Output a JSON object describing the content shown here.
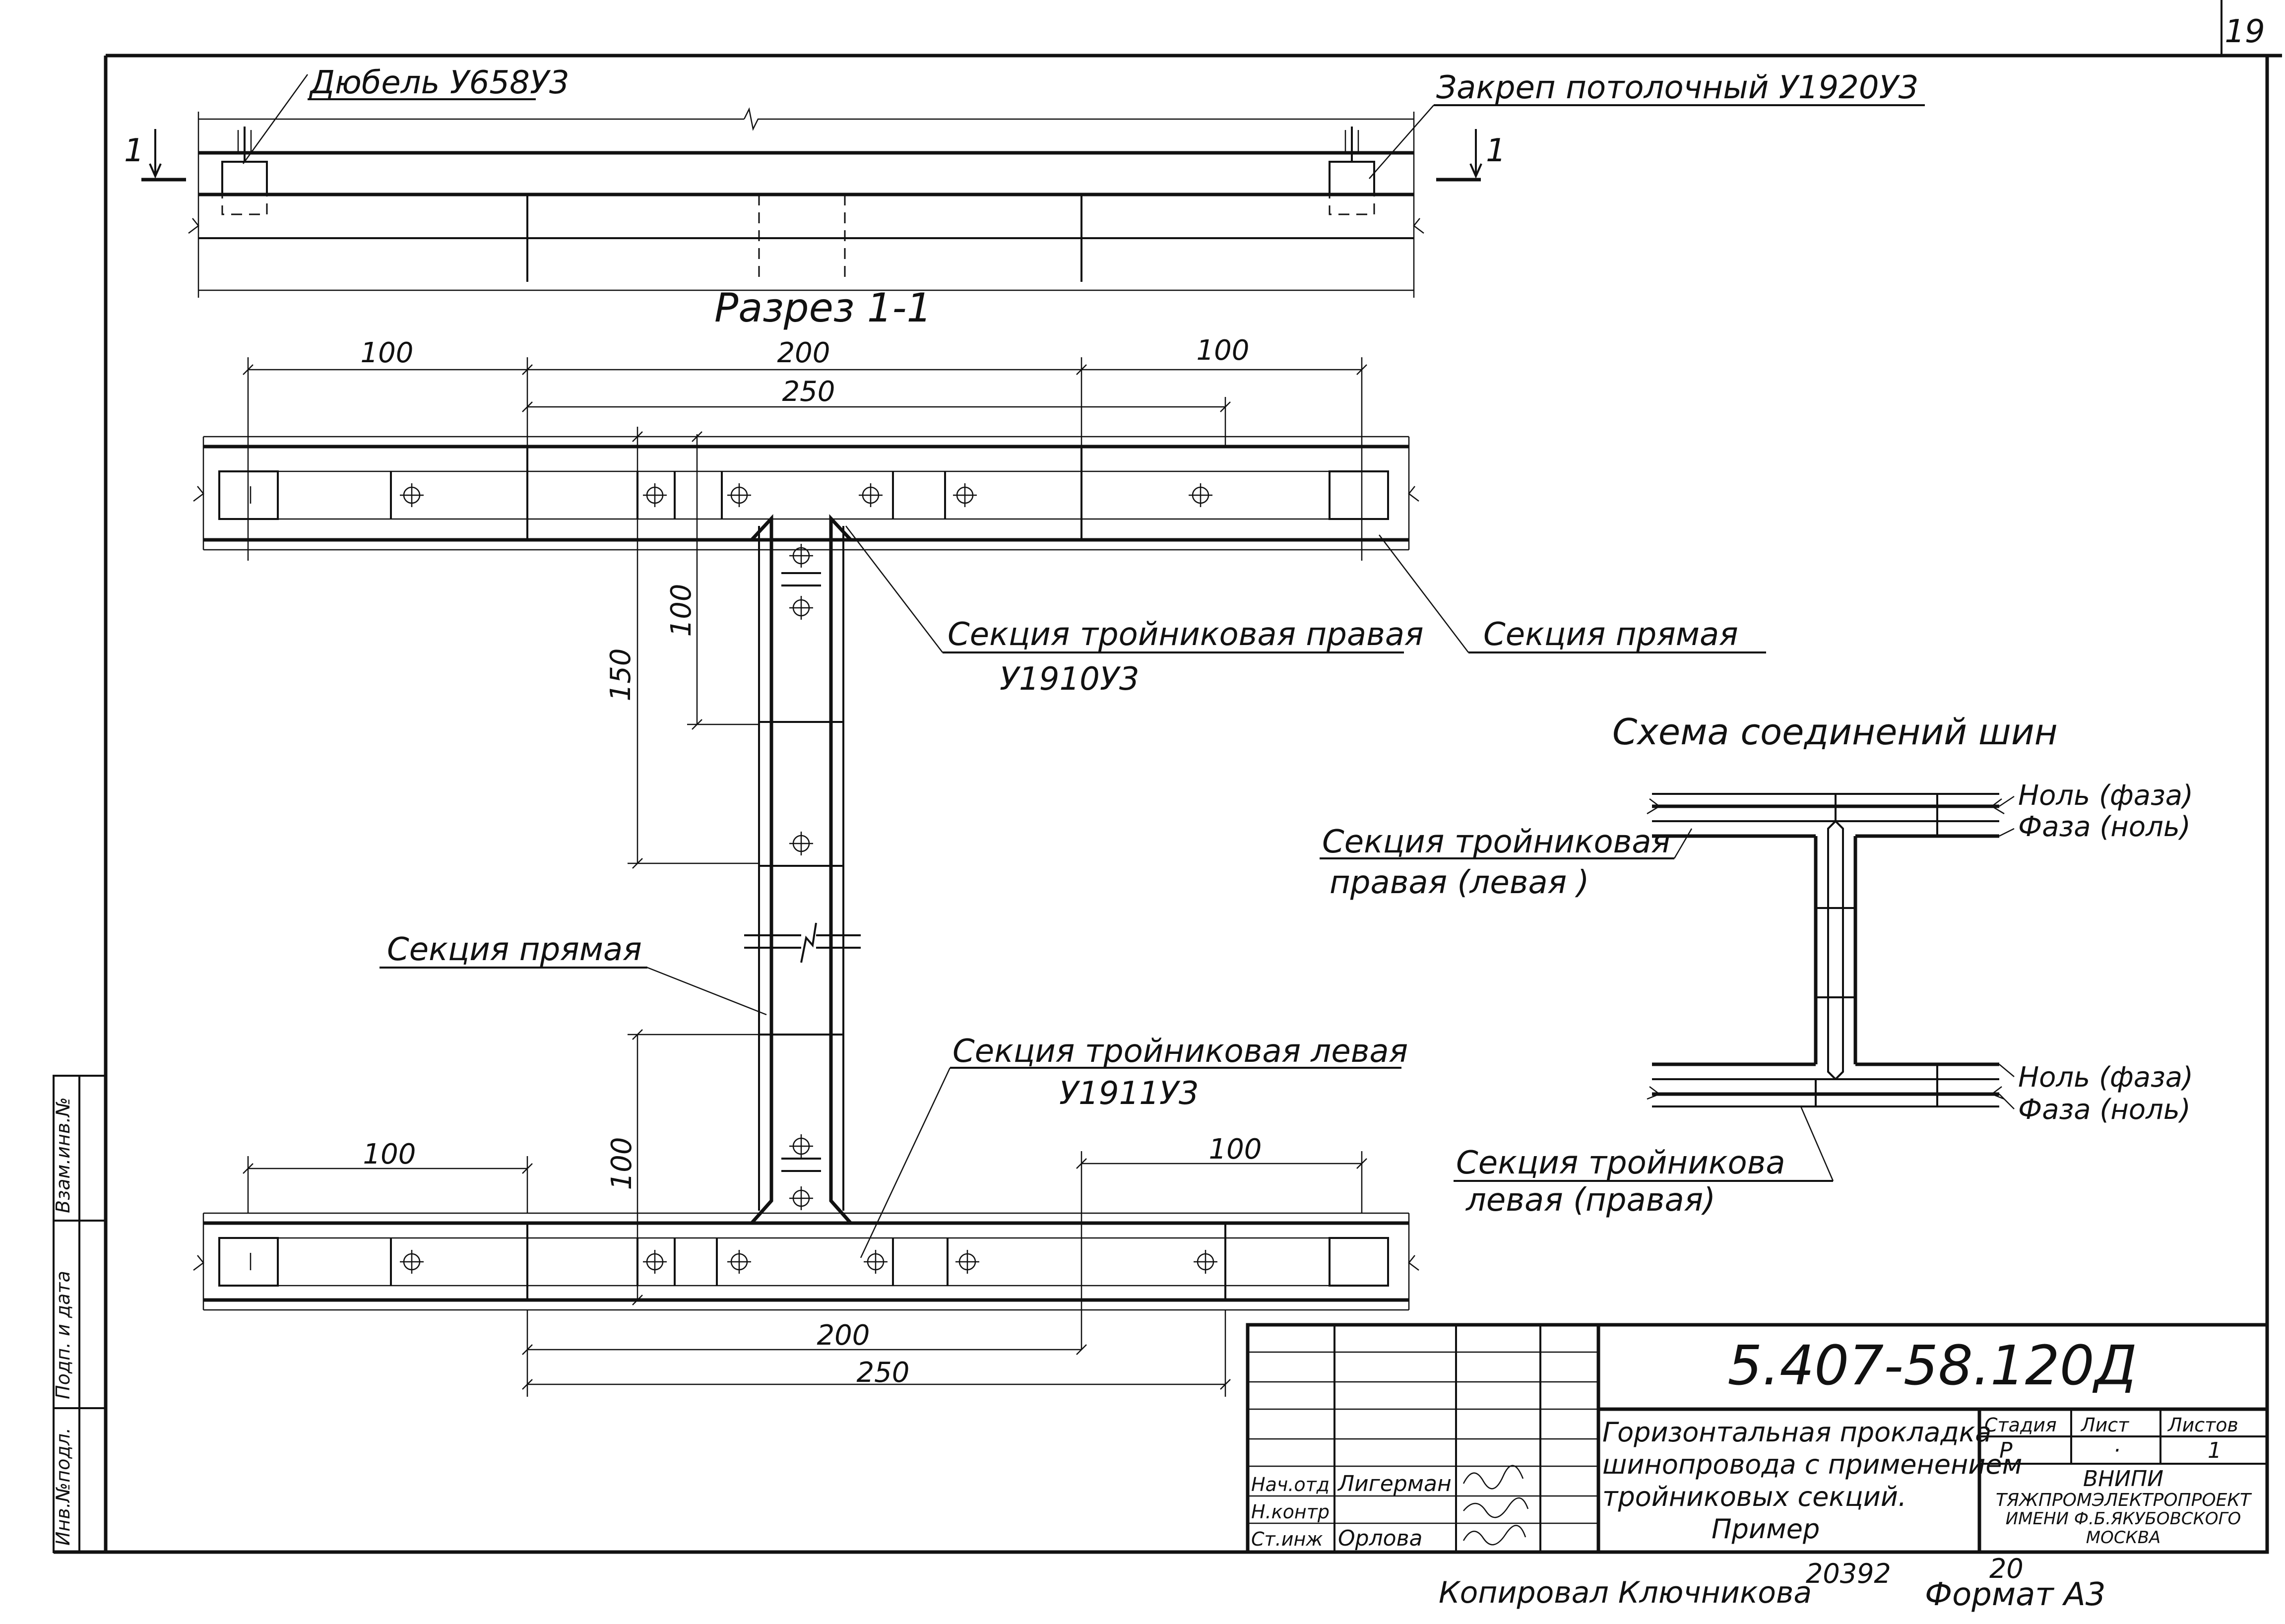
{
  "page": {
    "sheet_number": "19"
  },
  "section": {
    "marker_left": "1",
    "marker_right": "1",
    "title": "Разрез 1-1",
    "dowel_label": "Дюбель У658У3",
    "clamp_label": "Закреп потолочный У1920У3"
  },
  "dimensions": {
    "top_100_left": "100",
    "top_200": "200",
    "top_100_right": "100",
    "top_250": "250",
    "vert_150": "150",
    "vert_100_upper": "100",
    "vert_100_lower": "100",
    "bot_100_left": "100",
    "bot_100_right": "100",
    "bot_200": "200",
    "bot_250": "250"
  },
  "labels": {
    "tee_right": "Секция тройниковая правая",
    "tee_right_code": "У1910У3",
    "straight_top": "Секция прямая",
    "straight_mid": "Секция прямая",
    "tee_left": "Секция тройниковая левая",
    "tee_left_code": "У1911У3"
  },
  "schema": {
    "title": "Схема соединений шин",
    "tee_right_line1": "Секция тройниковая",
    "tee_right_line2": "правая (левая )",
    "tee_left_line1": "Секция тройникова",
    "tee_left_line2": "левая (правая)",
    "top_zero": "Ноль (фаза)",
    "top_phase": "Фаза (ноль)",
    "bot_zero": "Ноль (фаза)",
    "bot_phase": "Фаза (ноль)"
  },
  "title_block": {
    "doc_code": "5.407-58.120Д",
    "title_line1": "Горизонтальная прокладка",
    "title_line2": "шинопровода с применением",
    "title_line3": "тройниковых секций.",
    "title_line4": "Пример",
    "col_stage": "Стадия",
    "col_sheet": "Лист",
    "col_sheets": "Листов",
    "stage_value": "Р",
    "sheet_value": "·",
    "sheets_value": "1",
    "org_line1": "ВНИПИ",
    "org_line2": "ТЯЖПРОМЭЛЕКТРОПРОЕКТ",
    "org_line3": "ИМЕНИ Ф.Б.ЯКУБОВСКОГО",
    "org_line4": "МОСКВА",
    "role1": "Нач.отд",
    "name1": "Лигерман",
    "role2": "Н.контр",
    "name2": "",
    "role3": "Ст.инж",
    "name3": "Орлова"
  },
  "side_stamp": {
    "inv_orig": "Инв.№подл.",
    "sign_date": "Подп. и дата",
    "inv_repl": "Взам.инв.№"
  },
  "footer": {
    "copied": "Копировал Ключникова",
    "order_no": "20392",
    "order_sub": "20",
    "format": "Формат А3"
  }
}
